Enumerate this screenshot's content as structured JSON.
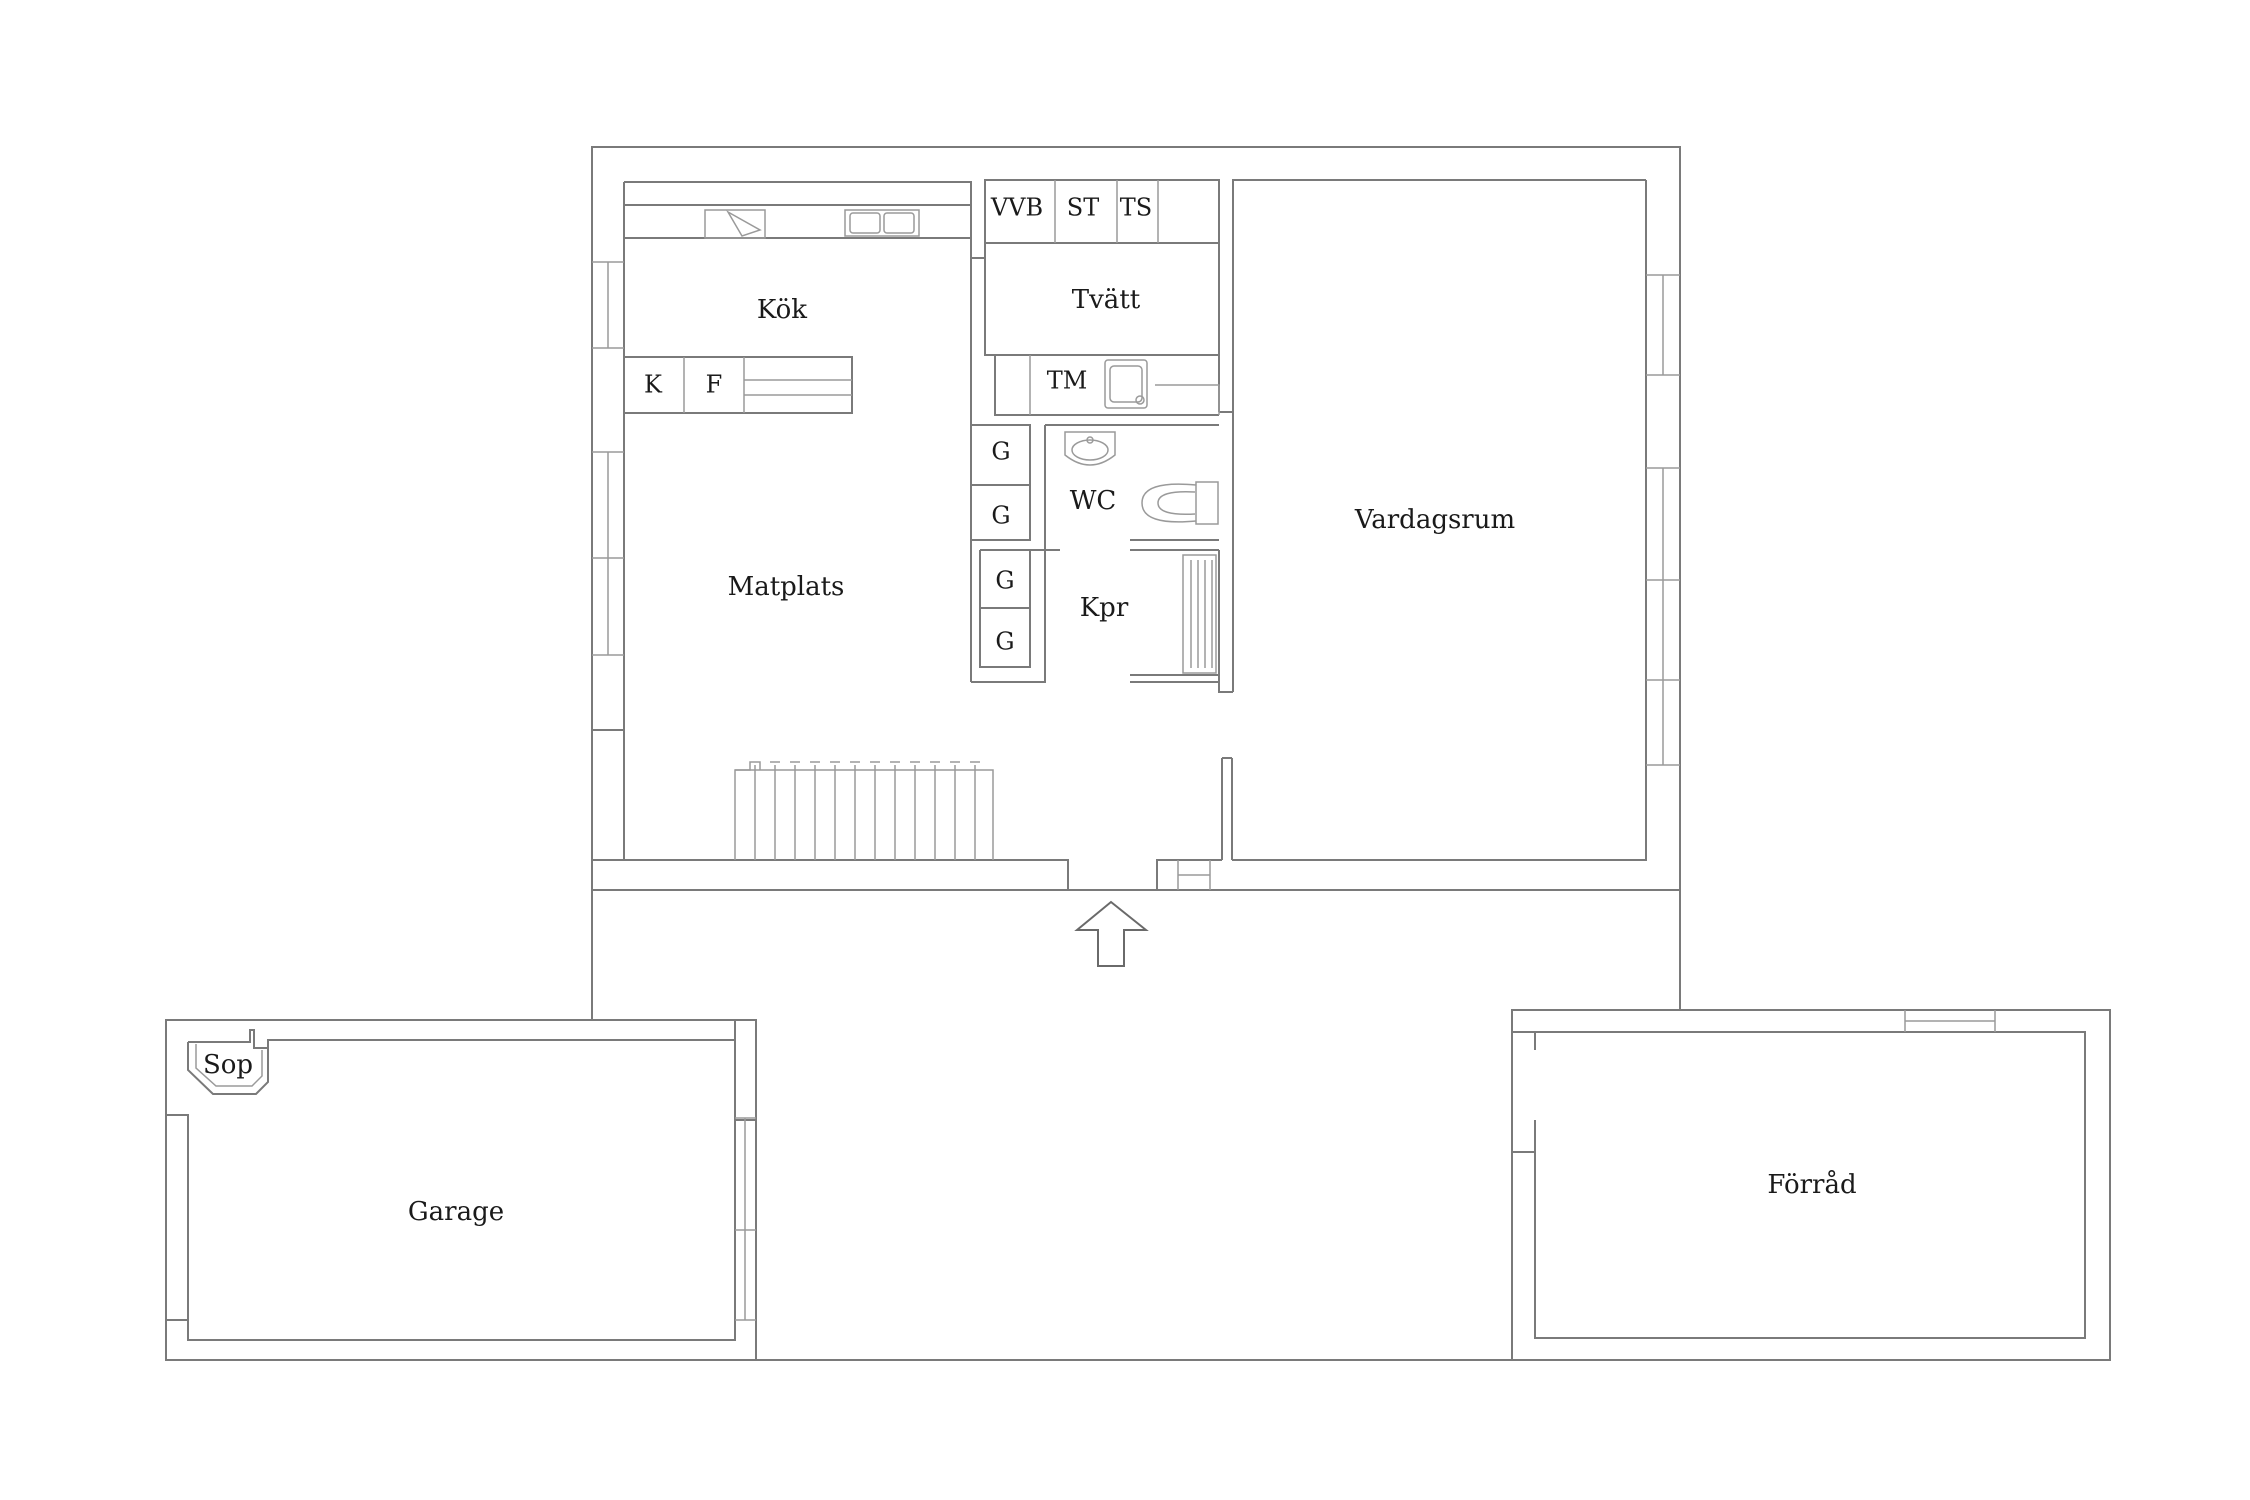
{
  "rooms": {
    "kok": "Kök",
    "matplats": "Matplats",
    "tvatt": "Tvätt",
    "wc": "WC",
    "kpr": "Kpr",
    "vardagsrum": "Vardagsrum",
    "garage": "Garage",
    "sop": "Sop",
    "forrad": "Förråd"
  },
  "fixtures": {
    "vvb": "VVB",
    "st": "ST",
    "ts": "TS",
    "tm": "TM",
    "k": "K",
    "f": "F",
    "g1": "G",
    "g2": "G",
    "g3": "G",
    "g4": "G"
  },
  "icons": {
    "entrance": "entrance-arrow-icon",
    "sink": "sink-icon",
    "toilet": "toilet-icon",
    "washbasin": "washbasin-icon",
    "shower": "shower-icon",
    "stairs": "staircase-icon"
  },
  "colors": {
    "wall": "#7a7a7a",
    "text": "#1a1a1a",
    "background": "#ffffff"
  }
}
